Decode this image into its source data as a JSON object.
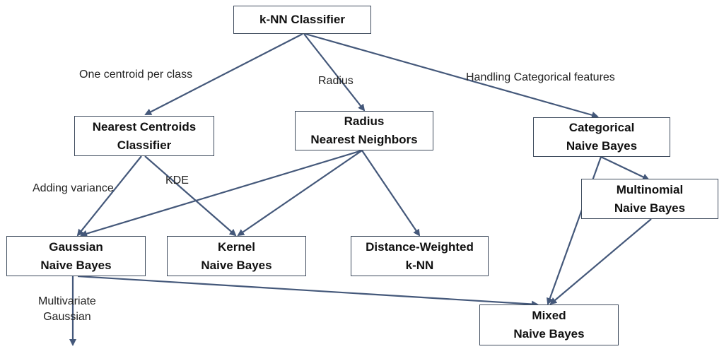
{
  "colors": {
    "edge": "#44587a",
    "box_border": "#3d4a5c"
  },
  "nodes": {
    "knn": "k-NN Classifier",
    "nearest_centroids": "Nearest Centroids\nClassifier",
    "radius_nn": "Radius\nNearest Neighbors",
    "categorical_nb": "Categorical\nNaive Bayes",
    "multinomial_nb": "Multinomial\nNaive Bayes",
    "gaussian_nb": "Gaussian\nNaive Bayes",
    "kernel_nb": "Kernel\nNaive Bayes",
    "distance_weighted_knn": "Distance-Weighted\nk-NN",
    "mixed_nb": "Mixed\nNaive Bayes"
  },
  "edge_labels": {
    "one_centroid": "One centroid per class",
    "radius": "Radius",
    "categorical": "Handling Categorical features",
    "adding_variance": "Adding variance",
    "kde": "KDE",
    "multivariate": "Multivariate\nGaussian"
  }
}
